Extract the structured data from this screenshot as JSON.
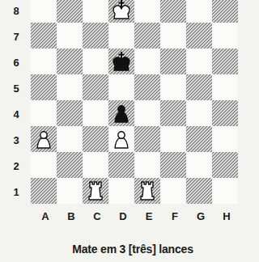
{
  "diagram": {
    "caption": "Mate em 3 [três] lances",
    "labels": [
      "8",
      "7",
      "6",
      "5",
      "4",
      "3",
      "2",
      "1",
      "A",
      "B",
      "C",
      "D",
      "E",
      "F",
      "G",
      "H"
    ]
  }
}
